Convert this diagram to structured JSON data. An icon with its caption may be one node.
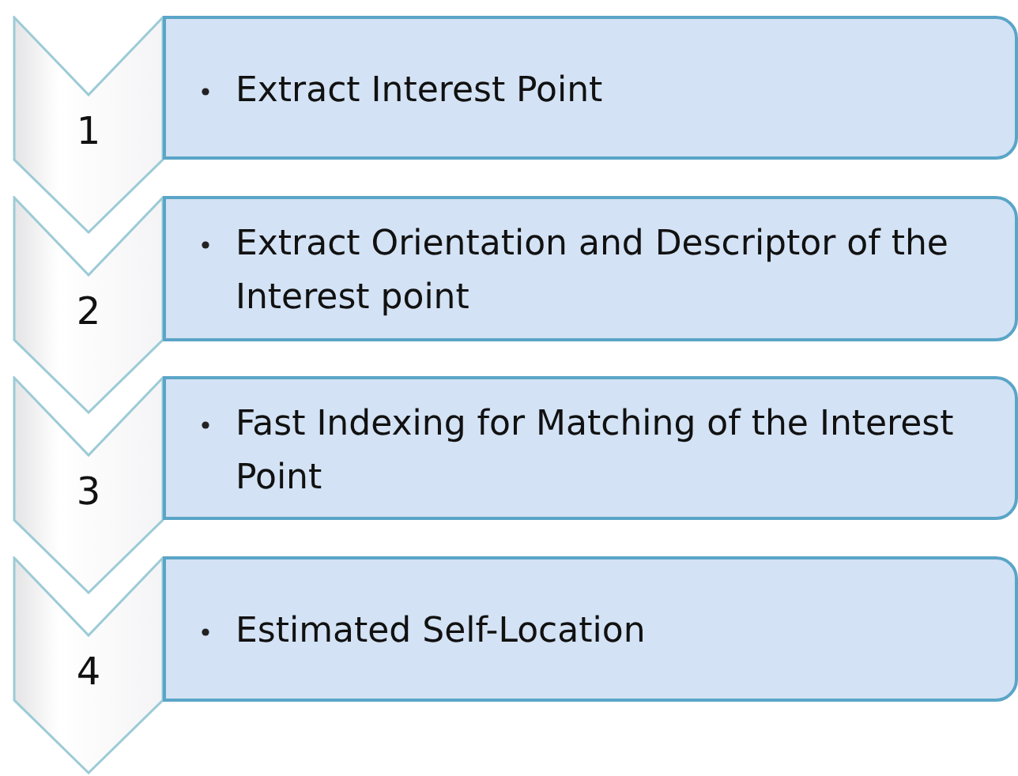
{
  "diagram": {
    "nodes": [
      {
        "text": [
          "1"
        ]
      },
      {
        "text": [
          "Extract Interest Point"
        ]
      },
      {
        "text": [
          "2"
        ]
      },
      {
        "text": [
          "Extract Orientation and Descriptor of the Interest point"
        ]
      },
      {
        "text": [
          "3"
        ]
      },
      {
        "text": [
          "Fast Indexing for Matching of the Interest Point"
        ]
      },
      {
        "text": [
          "4"
        ]
      },
      {
        "text": [
          "Estimated Self-Location"
        ]
      }
    ]
  }
}
